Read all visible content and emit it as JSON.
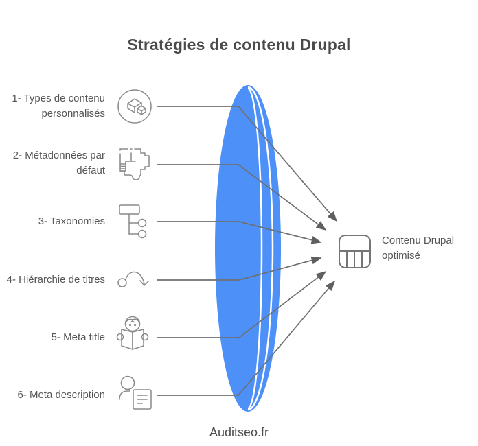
{
  "title": "Stratégies de contenu Drupal",
  "footer": "Auditseo.fr",
  "items": [
    {
      "label": "1- Types de contenu personnalisés",
      "icon": "custom-content-type-icon"
    },
    {
      "label": "2- Métadonnées par défaut",
      "icon": "metadata-floorplan-icon"
    },
    {
      "label": "3- Taxonomies",
      "icon": "taxonomy-tree-icon"
    },
    {
      "label": "4- Hiérarchie de titres",
      "icon": "curved-arrow-icon"
    },
    {
      "label": "5- Meta title",
      "icon": "person-reading-icon"
    },
    {
      "label": "6- Meta description",
      "icon": "person-document-icon"
    }
  ],
  "output": {
    "label": "Contenu Drupal optimisé",
    "icon": "table-layout-icon"
  },
  "colors": {
    "lens_blue": "#4D90F8",
    "connector_gray": "#6f6f6f",
    "icon_gray": "#8a8a8a",
    "title_gray": "#4a4a4a",
    "label_gray": "#565656"
  }
}
